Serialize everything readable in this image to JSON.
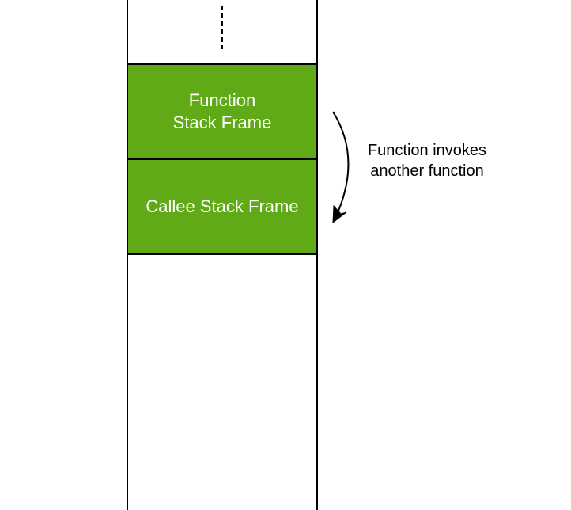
{
  "colors": {
    "frame_fill": "#60a917",
    "frame_stroke": "#000000",
    "frame_text": "#ffffff",
    "line": "#000000"
  },
  "stack": {
    "caller_frame": {
      "line1": "Function",
      "line2": "Stack Frame"
    },
    "callee_frame": {
      "label": "Callee Stack Frame"
    }
  },
  "call_arrow": {
    "label_line1": "Function invokes",
    "label_line2": "another function",
    "icon": "curved-arrow-down-icon"
  }
}
